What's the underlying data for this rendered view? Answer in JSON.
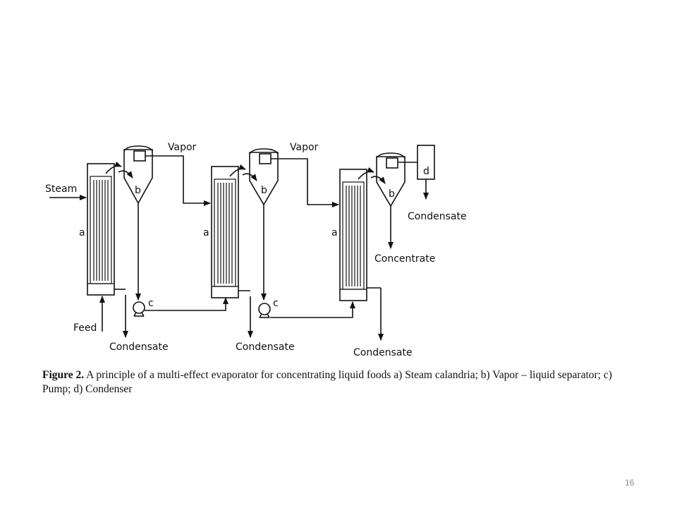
{
  "diagram": {
    "labels": {
      "steam": "Steam",
      "feed": "Feed",
      "vapor_1": "Vapor",
      "vapor_2": "Vapor",
      "condensate_1": "Condensate",
      "condensate_2": "Condensate",
      "condensate_3": "Condensate",
      "condensate_top": "Condensate",
      "concentrate": "Concentrate",
      "a_1": "a",
      "a_2": "a",
      "a_3": "a",
      "b_1": "b",
      "b_2": "b",
      "b_3": "b",
      "c_1": "c",
      "c_2": "c",
      "d": "d"
    }
  },
  "caption": {
    "label": "Figure 2.",
    "text": " A principle of a multi-effect evaporator for concentrating liquid foods a) Steam calandria; b) Vapor – liquid separator; c) Pump; d) Condenser"
  },
  "page_number": "16"
}
